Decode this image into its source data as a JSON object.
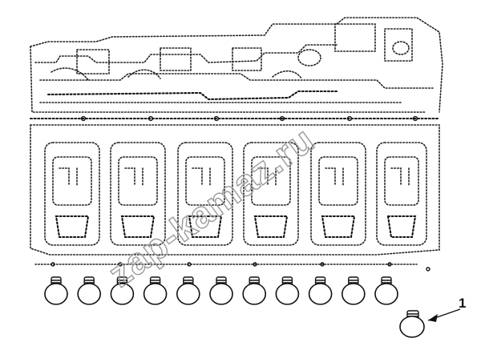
{
  "callout": {
    "label": "1",
    "part": "expansion-plug"
  },
  "watermark": {
    "text": "zap-kamaz.ru"
  },
  "plugs_in_row": 11,
  "colors": {
    "ink": "#111111",
    "background": "#ffffff",
    "watermark": "#9a9a9a"
  }
}
